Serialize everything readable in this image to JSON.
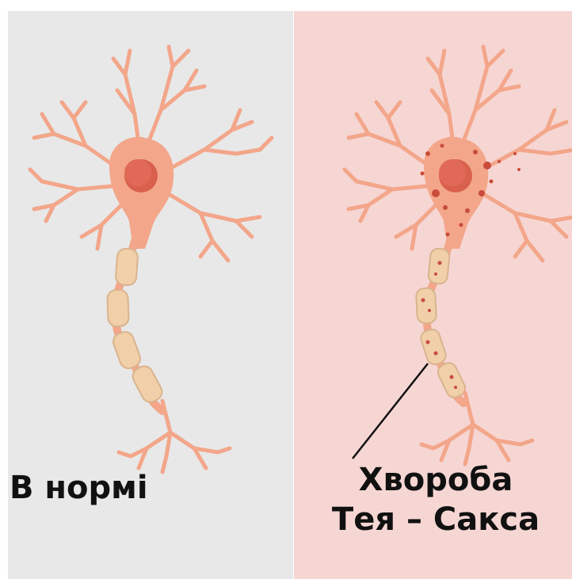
{
  "labels": {
    "normal": "В нормі",
    "disease_line1": "Хвороба",
    "disease_line2": "Тея – Сакса"
  },
  "colors": {
    "left_background": "#e8e8e8",
    "right_background": "#f6d6d3",
    "neuron_body": "#f3a68a",
    "nucleus": "#d9604d",
    "myelin": "#f0cfa9",
    "myelin_outline": "#d9b48e",
    "lipid_spots": "#c94c3b",
    "text": "#111111"
  }
}
